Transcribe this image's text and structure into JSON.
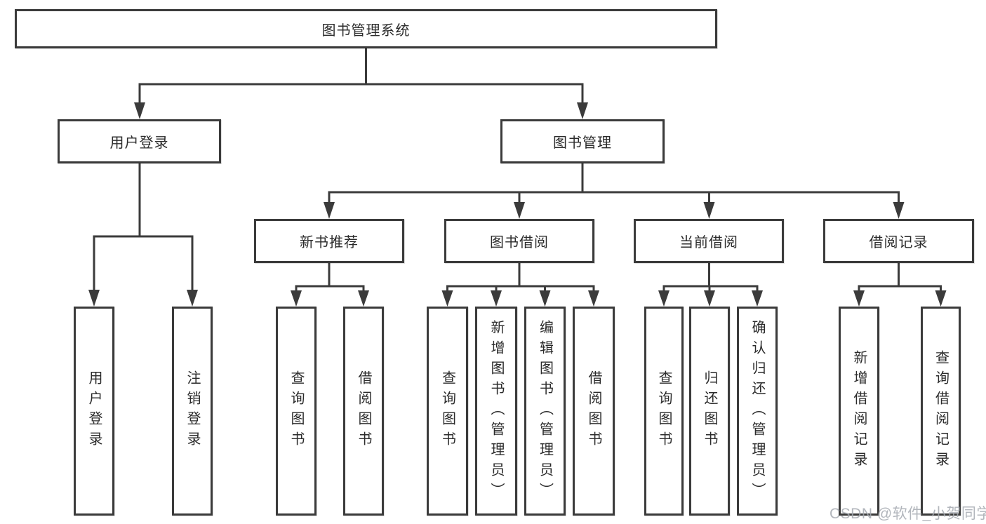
{
  "tree": {
    "label": "图书管理系统",
    "children": [
      {
        "label": "用户登录",
        "children": [
          {
            "label": "用户登录"
          },
          {
            "label": "注销登录"
          }
        ]
      },
      {
        "label": "图书管理",
        "children": [
          {
            "label": "新书推荐",
            "children": [
              {
                "label": "查询图书"
              },
              {
                "label": "借阅图书"
              }
            ]
          },
          {
            "label": "图书借阅",
            "children": [
              {
                "label": "查询图书"
              },
              {
                "label": "新增图书（管理员）"
              },
              {
                "label": "编辑图书（管理员）"
              },
              {
                "label": "借阅图书"
              }
            ]
          },
          {
            "label": "当前借阅",
            "children": [
              {
                "label": "查询图书"
              },
              {
                "label": "归还图书"
              },
              {
                "label": "确认归还（管理员）"
              }
            ]
          },
          {
            "label": "借阅记录",
            "children": [
              {
                "label": "新增借阅记录"
              },
              {
                "label": "查询借阅记录"
              }
            ]
          }
        ]
      }
    ]
  },
  "watermark": {
    "text": "CSDN @软件_小贺同学"
  },
  "colors": {
    "line": "#3b3b3b",
    "box_border": "#3b3b3b",
    "text": "#2b2b2b",
    "background": "#ffffff",
    "watermark": "#a4a9b0"
  }
}
